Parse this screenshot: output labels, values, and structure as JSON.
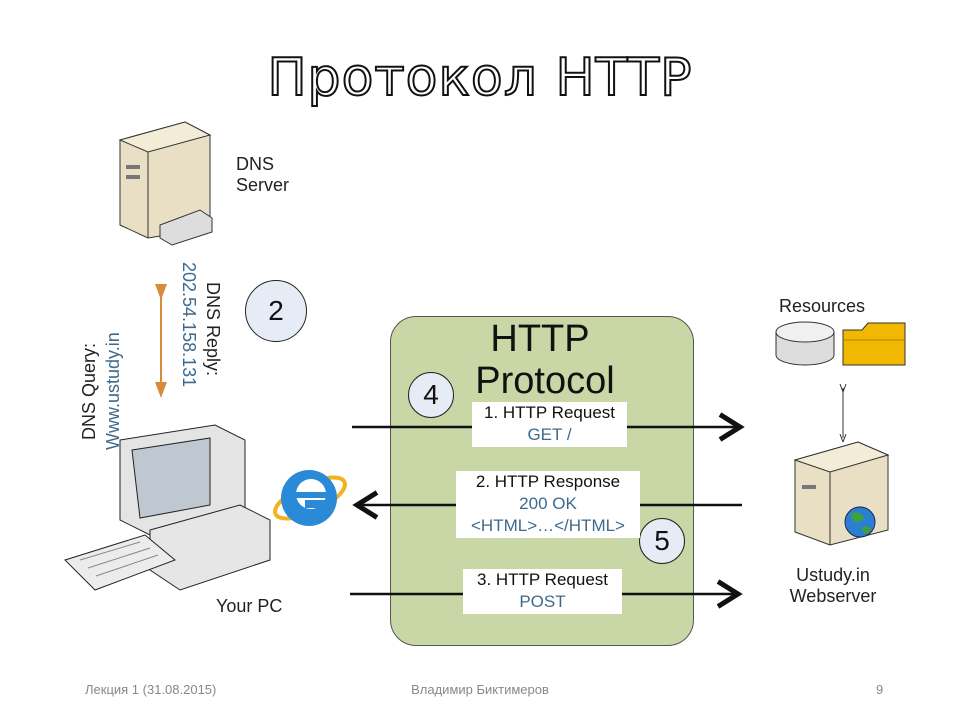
{
  "title": "Протокол HTTP",
  "dns_server": {
    "line1": "DNS",
    "line2": "Server"
  },
  "dns_reply": {
    "label": "DNS Reply:",
    "ip": "202.54.158.131"
  },
  "dns_query": {
    "label": "DNS Query:",
    "host": "Www.ustudy.in"
  },
  "steps": {
    "s2": "2",
    "s4": "4",
    "s5": "5"
  },
  "protocol": {
    "line1": "HTTP",
    "line2": "Protocol"
  },
  "messages": [
    {
      "title": "1. HTTP Request",
      "body": "GET /"
    },
    {
      "title": "2. HTTP Response",
      "body": "200 OK",
      "body2": "<HTML>…</HTML>"
    },
    {
      "title": "3. HTTP Request",
      "body": "POST"
    }
  ],
  "pc_label": "Your PC",
  "resources_label": "Resources",
  "webserver": {
    "line1": "Ustudy.in",
    "line2": "Webserver"
  },
  "footer": {
    "left": "Лекция 1 (31.08.2015)",
    "center": "Владимир Биктимеров",
    "page": "9"
  },
  "colors": {
    "box": "#c9d6a6",
    "orange": "#d98a3a",
    "blue_text": "#3d6a8c"
  }
}
